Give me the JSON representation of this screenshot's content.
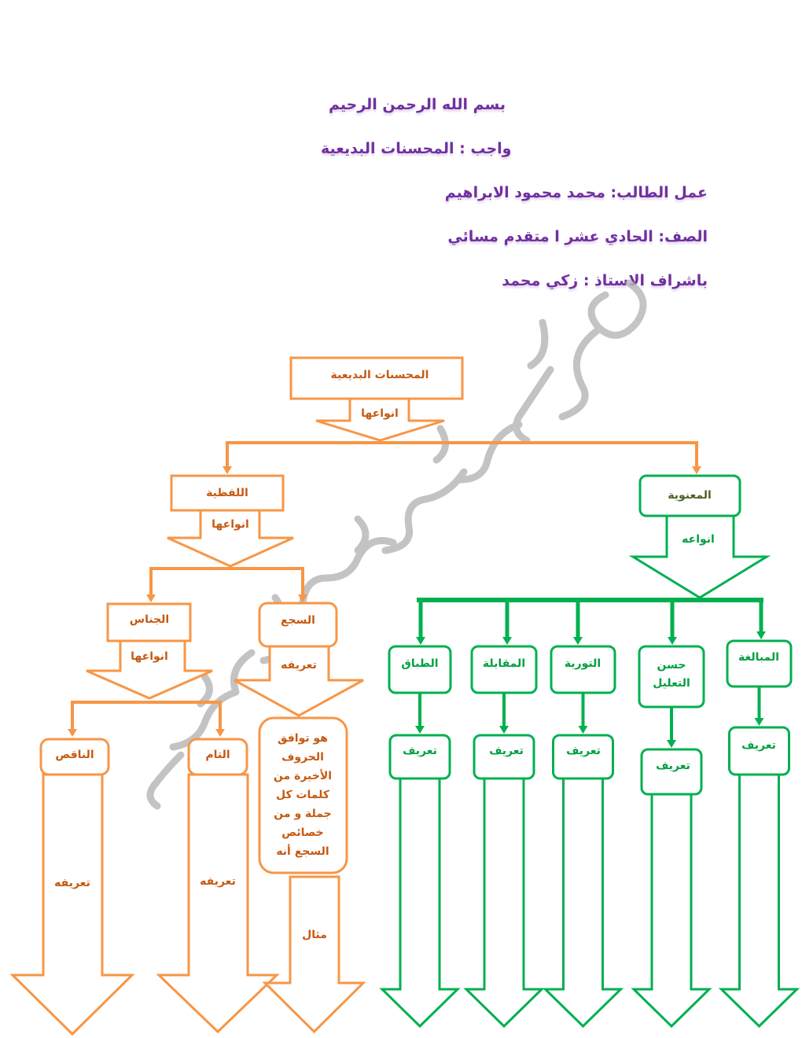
{
  "header": {
    "basmala": "بسم الله الرحمن الرحيم",
    "assignment": "واجب : المحسنات البديعية",
    "student": "عمل الطالب: محمد محمود الابراهيم",
    "grade": "الصف: الحادي عشر ا متقدم مسائي",
    "teacher": "باشراف الاستاذ : زكي محمد"
  },
  "watermark": "عمل الطالب : محمد محمود الابراهيم",
  "colors": {
    "orange": "#f79646",
    "green": "#00b050",
    "title": "#7030a0",
    "orange_text": "#c55a11"
  },
  "diagram": {
    "root": "المحسنات البديعية",
    "root_arrow": "انواعها",
    "verbal": {
      "label": "اللفظية",
      "arrow": "انواعها",
      "jinas": {
        "label": "الجناس",
        "arrow": "انواعها",
        "naqis": "الناقص",
        "naqis_arrow": "تعريفه",
        "tam": "التام",
        "tam_arrow": "تعريفه"
      },
      "saja": {
        "label": "السجع",
        "arrow": "تعريفه",
        "definition": [
          "هو توافق",
          "الحروف",
          "الأخيرة من",
          "كلمات كل",
          "جملة و من",
          "خصائص",
          "السجع أنه"
        ],
        "example_arrow": "مثال"
      }
    },
    "semantic": {
      "label": "المعنوية",
      "arrow": "انواعه",
      "items": [
        {
          "label": "الطباق",
          "def": "تعريف"
        },
        {
          "label": "المقابلة",
          "def": "تعريف"
        },
        {
          "label": "التورية",
          "def": "تعريف"
        },
        {
          "label": "حسن التعليل",
          "line1": "حسن",
          "line2": "التعليل",
          "def": "تعريف"
        },
        {
          "label": "المبالغة",
          "def": "تعريف"
        }
      ]
    }
  }
}
